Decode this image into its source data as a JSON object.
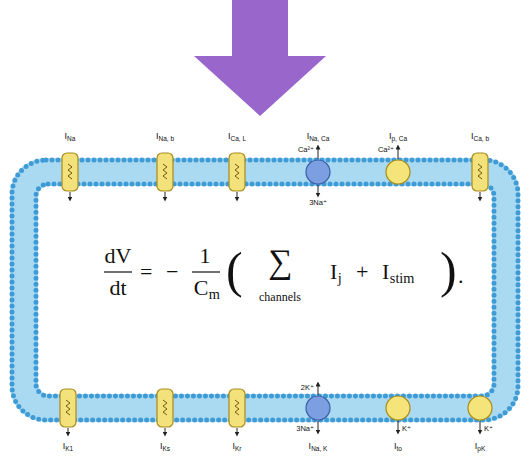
{
  "diagram": {
    "labels": [
      "I",
      "Na",
      "I",
      "Na, b",
      "I",
      "Ca, L",
      "I",
      "Na, Ca",
      "I",
      "p, Ca",
      "I",
      "Ca, b",
      "Ca²⁺",
      "3Na⁺",
      "Ca²⁺",
      "dV",
      "dt",
      "=",
      "−",
      "1",
      "C",
      "m",
      "(",
      "∑",
      "channels",
      "I",
      "j",
      "+",
      "I",
      "stim",
      ")",
      ".",
      "2K⁺",
      "3Na⁺",
      "K⁺",
      "K⁺",
      "I",
      "K1",
      "I",
      "Ks",
      "I",
      "Kr",
      "I",
      "Na, K",
      "I",
      "to",
      "I",
      "pK"
    ]
  }
}
